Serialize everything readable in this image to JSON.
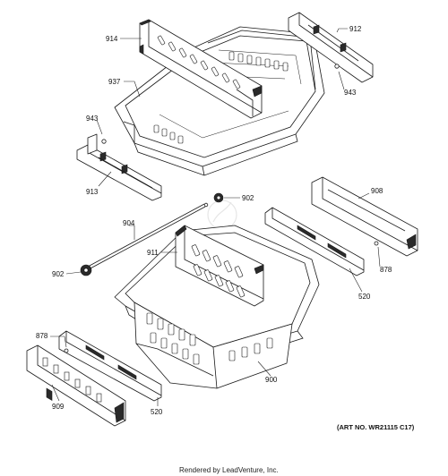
{
  "diagram": {
    "callouts": {
      "c914": "914",
      "c912": "912",
      "c937": "937",
      "c943a": "943",
      "c943b": "943",
      "c913": "913",
      "c902a": "902",
      "c908": "908",
      "c904": "904",
      "c911": "911",
      "c878a": "878",
      "c902b": "902",
      "c520a": "520",
      "c878b": "878",
      "c900": "900",
      "c909": "909",
      "c520b": "520"
    },
    "art_number": "(ART NO. WR21115 C17)",
    "credit": "Rendered by LeadVenture, Inc."
  }
}
